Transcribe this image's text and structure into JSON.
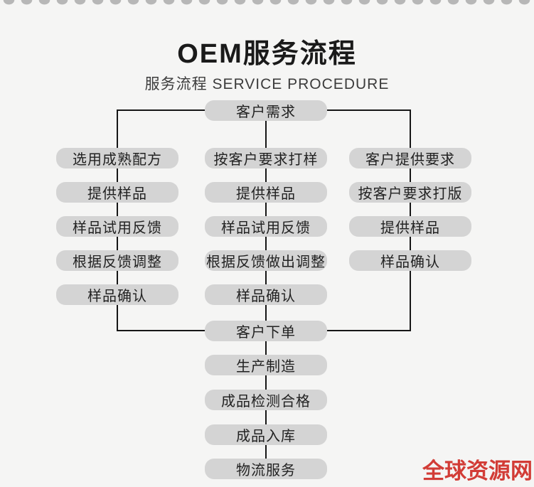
{
  "page": {
    "title": "OEM服务流程",
    "subtitle": "服务流程 SERVICE PROCEDURE",
    "watermark": "全球资源网"
  },
  "colors": {
    "background": "#f5f5f4",
    "node_fill": "#d4d4d4",
    "node_text": "#222222",
    "connector": "#161616",
    "title_text": "#1a1a1a",
    "watermark_red": "#d23c36",
    "scallop_gray": "#b7b7b7"
  },
  "flowchart": {
    "start": {
      "label": "客户需求"
    },
    "columns": [
      {
        "name": "left",
        "steps": [
          "选用成熟配方",
          "提供样品",
          "样品试用反馈",
          "根据反馈调整",
          "样品确认"
        ]
      },
      {
        "name": "middle",
        "steps": [
          "按客户要求打样",
          "提供样品",
          "样品试用反馈",
          "根据反馈做出调整",
          "样品确认"
        ]
      },
      {
        "name": "right",
        "steps": [
          "客户提供要求",
          "按客户要求打版",
          "提供样品",
          "样品确认"
        ]
      }
    ],
    "tail": [
      "客户下单",
      "生产制造",
      "成品检测合格",
      "成品入库",
      "物流服务"
    ]
  }
}
